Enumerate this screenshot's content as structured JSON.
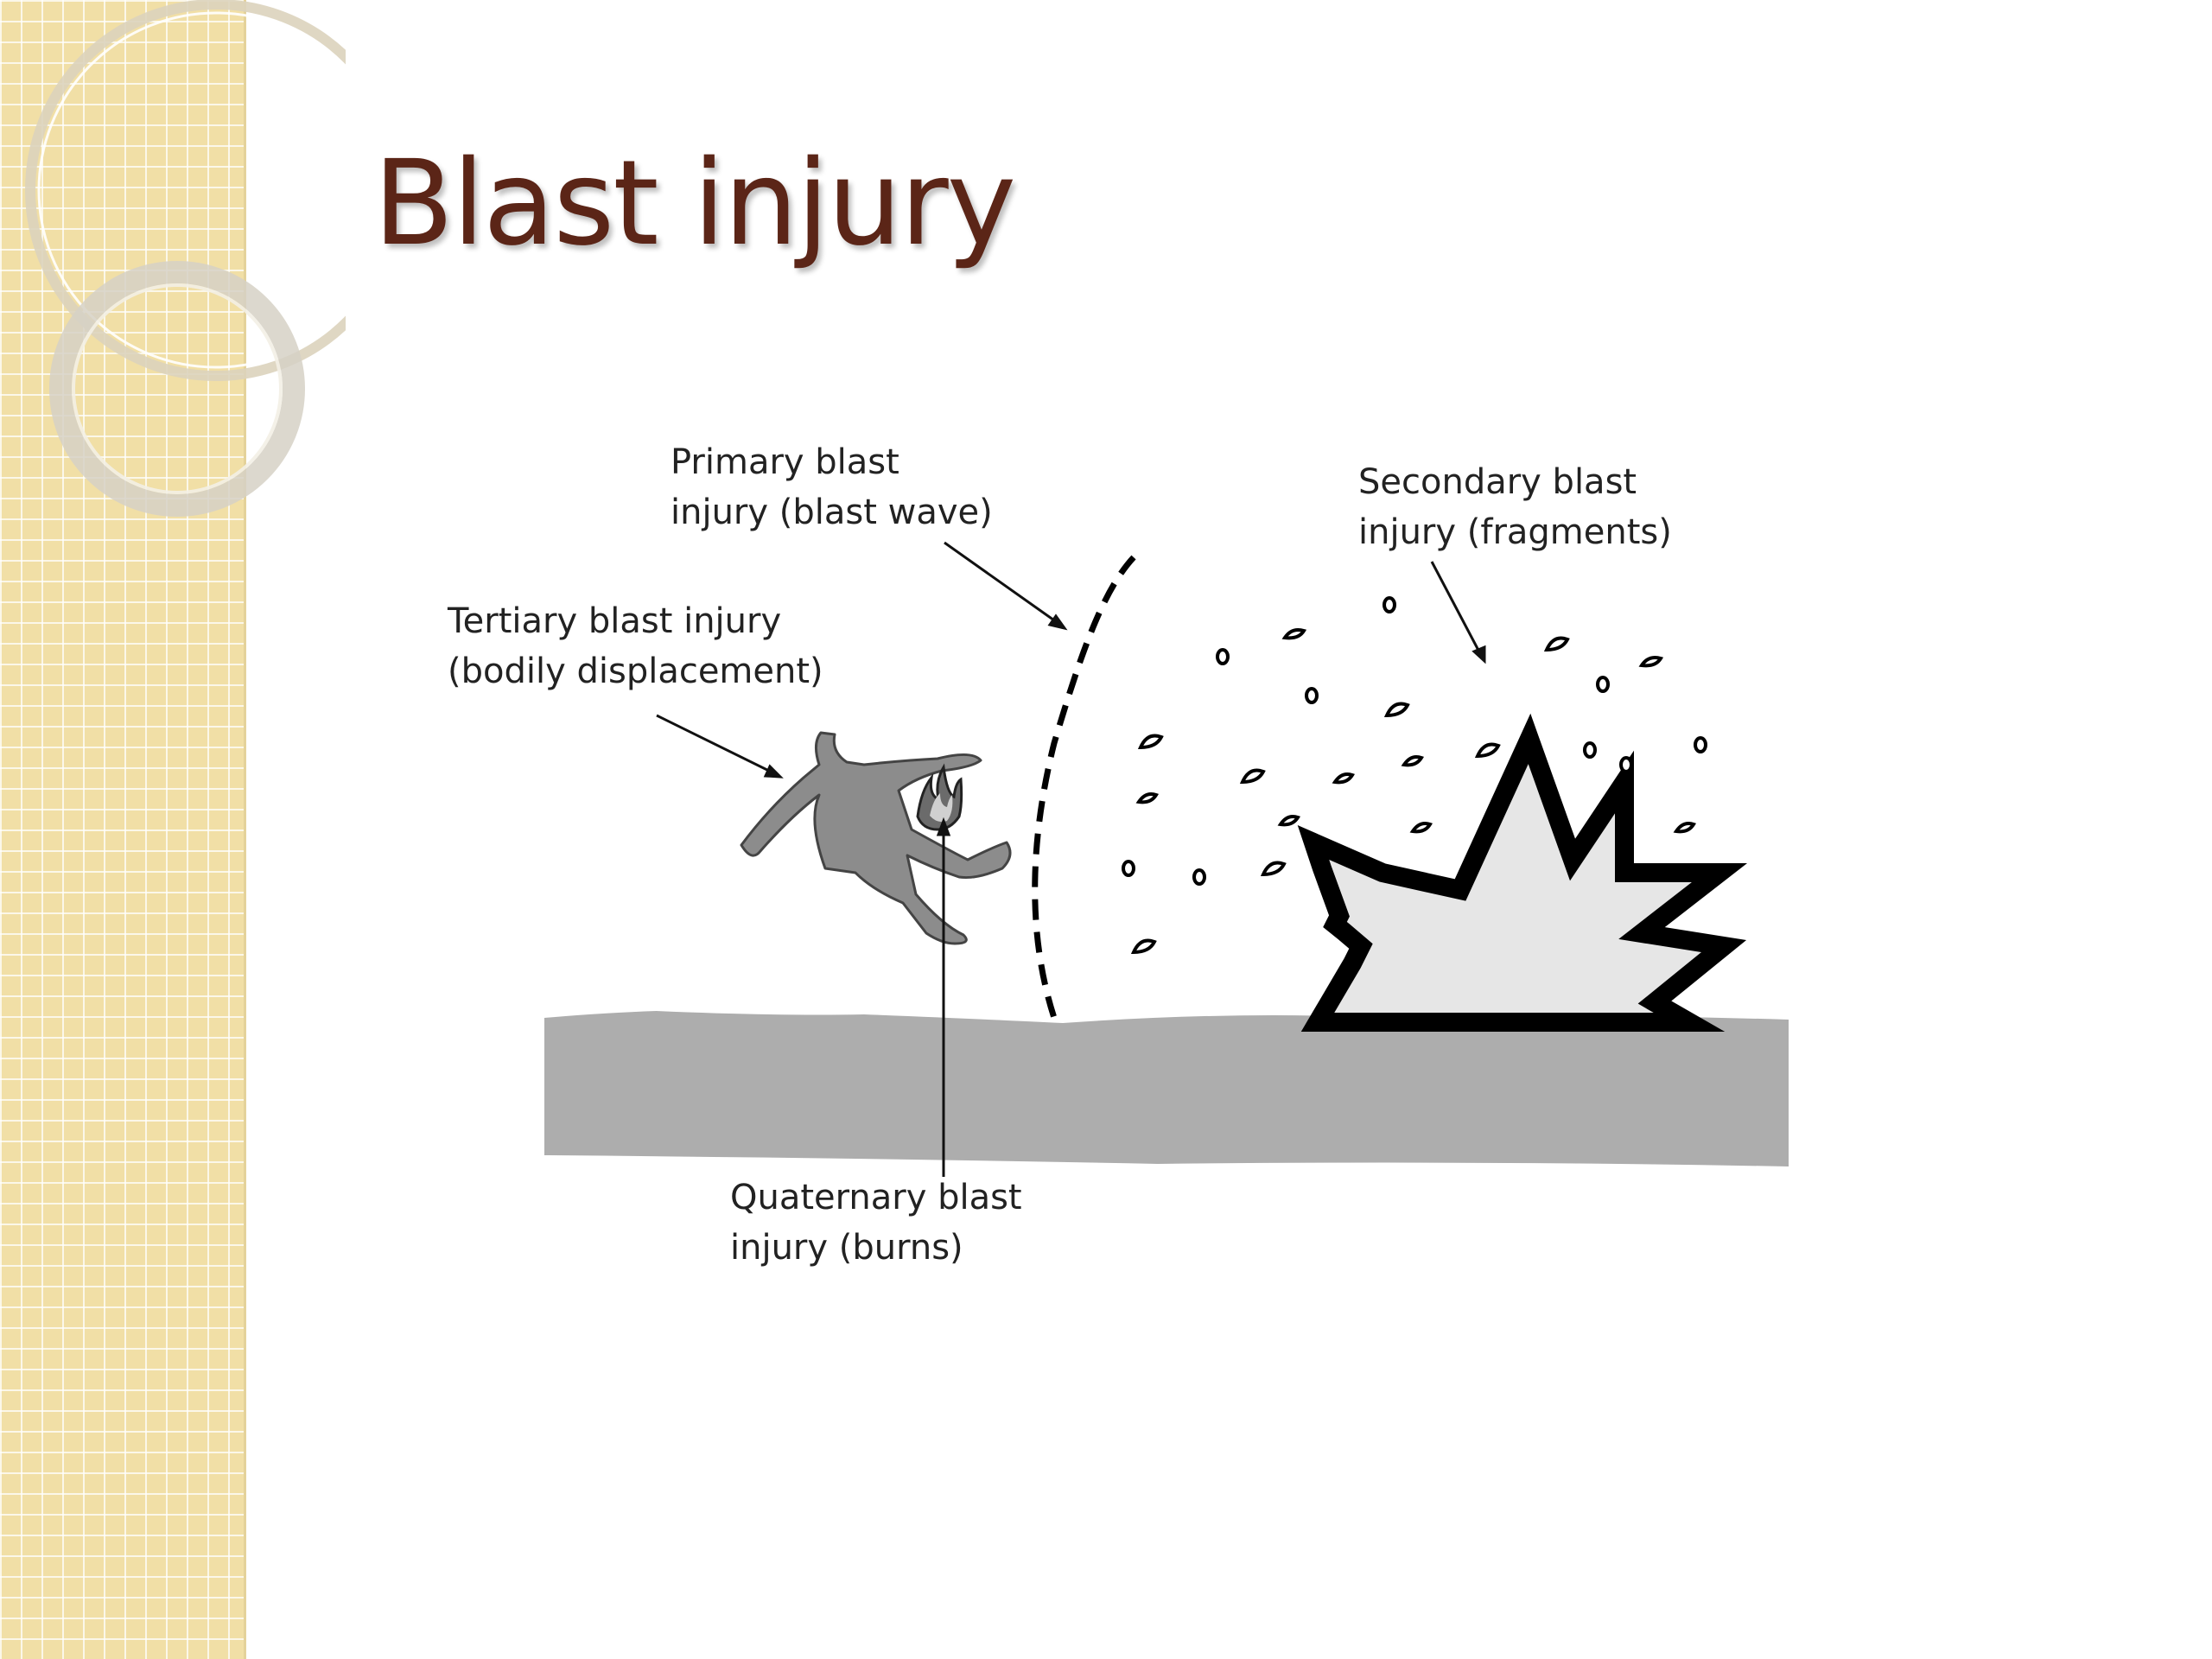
{
  "slide": {
    "title": "Blast injury"
  },
  "diagram": {
    "labels": {
      "primary": {
        "line1": "Primary blast",
        "line2": "injury (blast wave)"
      },
      "secondary": {
        "line1": "Secondary blast",
        "line2": "injury (fragments)"
      },
      "tertiary": {
        "line1": "Tertiary blast injury",
        "line2": "(bodily displacement)"
      },
      "quaternary": {
        "line1": "Quaternary blast",
        "line2": "injury (burns)"
      }
    }
  },
  "colors": {
    "title": "#5b2517",
    "sidebar": "#f1dfa6",
    "ground": "#adadad",
    "figure": "#8c8c8c",
    "explosion_fill": "#e6e6e6"
  }
}
